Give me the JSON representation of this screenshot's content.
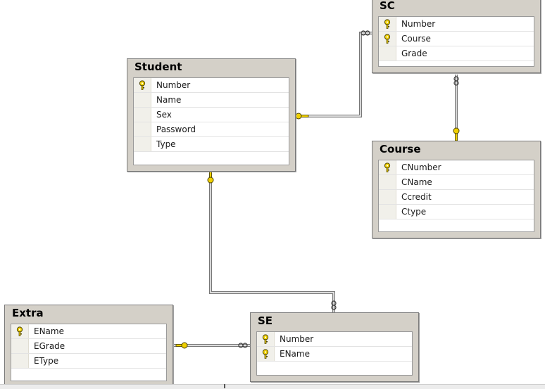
{
  "tables": {
    "sc": {
      "title": "SC",
      "columns": [
        {
          "name": "Number",
          "pk": true
        },
        {
          "name": "Course",
          "pk": true
        },
        {
          "name": "Grade",
          "pk": false
        }
      ]
    },
    "student": {
      "title": "Student",
      "columns": [
        {
          "name": "Number",
          "pk": true
        },
        {
          "name": "Name",
          "pk": false
        },
        {
          "name": "Sex",
          "pk": false
        },
        {
          "name": "Password",
          "pk": false
        },
        {
          "name": "Type",
          "pk": false
        }
      ]
    },
    "course": {
      "title": "Course",
      "columns": [
        {
          "name": "CNumber",
          "pk": true
        },
        {
          "name": "CName",
          "pk": false
        },
        {
          "name": "Ccredit",
          "pk": false
        },
        {
          "name": "Ctype",
          "pk": false
        }
      ]
    },
    "extra": {
      "title": "Extra",
      "columns": [
        {
          "name": "EName",
          "pk": true
        },
        {
          "name": "EGrade",
          "pk": false
        },
        {
          "name": "EType",
          "pk": false
        }
      ]
    },
    "se": {
      "title": "SE",
      "columns": [
        {
          "name": "Number",
          "pk": true
        },
        {
          "name": "EName",
          "pk": true
        }
      ]
    }
  },
  "relationships": [
    {
      "from": "student",
      "to": "sc",
      "one_end": "student",
      "many_end": "sc"
    },
    {
      "from": "course",
      "to": "sc",
      "one_end": "course",
      "many_end": "sc"
    },
    {
      "from": "student",
      "to": "se",
      "one_end": "student",
      "many_end": "se"
    },
    {
      "from": "extra",
      "to": "se",
      "one_end": "extra",
      "many_end": "se"
    }
  ],
  "colors": {
    "table_bg": "#d4d0c8",
    "key_fill": "#f0d000",
    "key_stroke": "#4a4200",
    "link_stroke": "#555555"
  },
  "icons": {
    "primary_key": "key-icon",
    "one_end": "key-icon",
    "many_end": "infinity-icon"
  }
}
